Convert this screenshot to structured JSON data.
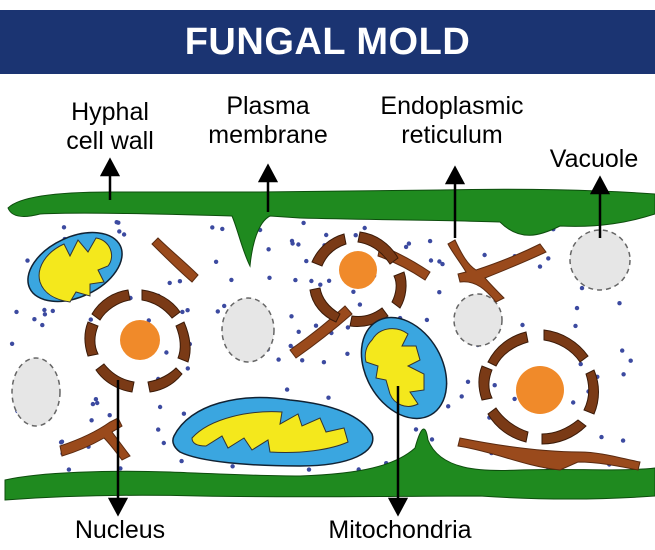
{
  "title": "FUNGAL MOLD",
  "labels": {
    "hyphal_cell_wall": [
      "Hyphal",
      "cell wall"
    ],
    "plasma_membrane": [
      "Plasma",
      "membrane"
    ],
    "endoplasmic_reticulum": [
      "Endoplasmic",
      "reticulum"
    ],
    "vacuole": "Vacuole",
    "nucleus": "Nucleus",
    "mitochondria": "Mitochondria"
  },
  "colors": {
    "banner": "#1b3472",
    "cell_wall": "#1f8a1f",
    "er": "#9a4a1c",
    "nucleus_envelope": "#5a2a12",
    "nucleolus": "#f08a2a",
    "mito_outer": "#3aa6e0",
    "mito_inner": "#f4e81c",
    "vacuole": "#e6e6e6",
    "ribosome": "#3c4aa0"
  }
}
